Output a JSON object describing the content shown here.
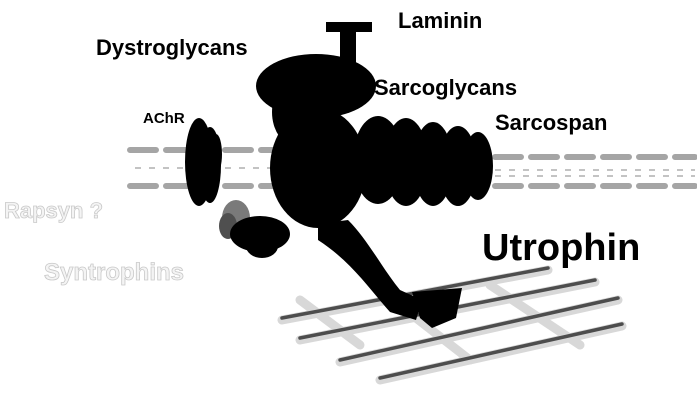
{
  "labels": {
    "laminin": "Laminin",
    "dystroglycans": "Dystroglycans",
    "sarcoglycans": "Sarcoglycans",
    "achr": "AChR",
    "sarcospan": "Sarcospan",
    "utrophin": "Utrophin",
    "syntrophins": "Syntrophins",
    "faint_label": "Rapsyn ?"
  },
  "colors": {
    "protein": "#000000",
    "membrane": "#8a8a8a",
    "actin": "#5a5a5a",
    "background": "#ffffff"
  }
}
